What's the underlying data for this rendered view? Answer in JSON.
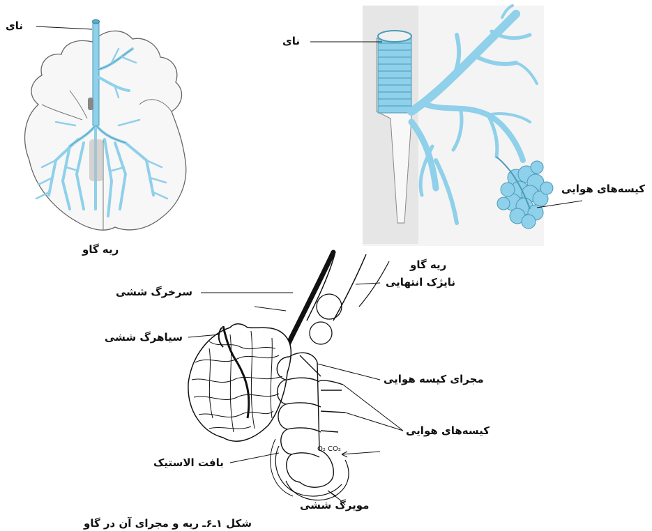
{
  "labels": {
    "trachea_left": "نای",
    "trachea_right": "نای",
    "air_sacs_top": "کیسه‌های هوایی",
    "caption_left": "ریه گاو",
    "caption_right": "ریه گاو",
    "pulmonary_artery": "سرخرگ ششی",
    "pulmonary_vein": "سیاهرگ ششی",
    "terminal_bronchiole": "نایژک انتهایی",
    "alveolar_duct": "مجرای کیسه هوایی",
    "air_sacs_bottom": "کیسه‌های هوایی",
    "elastic_tissue": "بافت الاستیک",
    "capillary": "مویرگ ششی",
    "gas_exchange": "O₂ CO₂",
    "figure_caption": "شکل ۱ـ۶ـ ریه و مجرای آن در گاو"
  },
  "colors": {
    "airway": "#8fd0ea",
    "airway_stroke": "#4a9ab8",
    "lung_outline": "#666666",
    "ink": "#111111"
  }
}
